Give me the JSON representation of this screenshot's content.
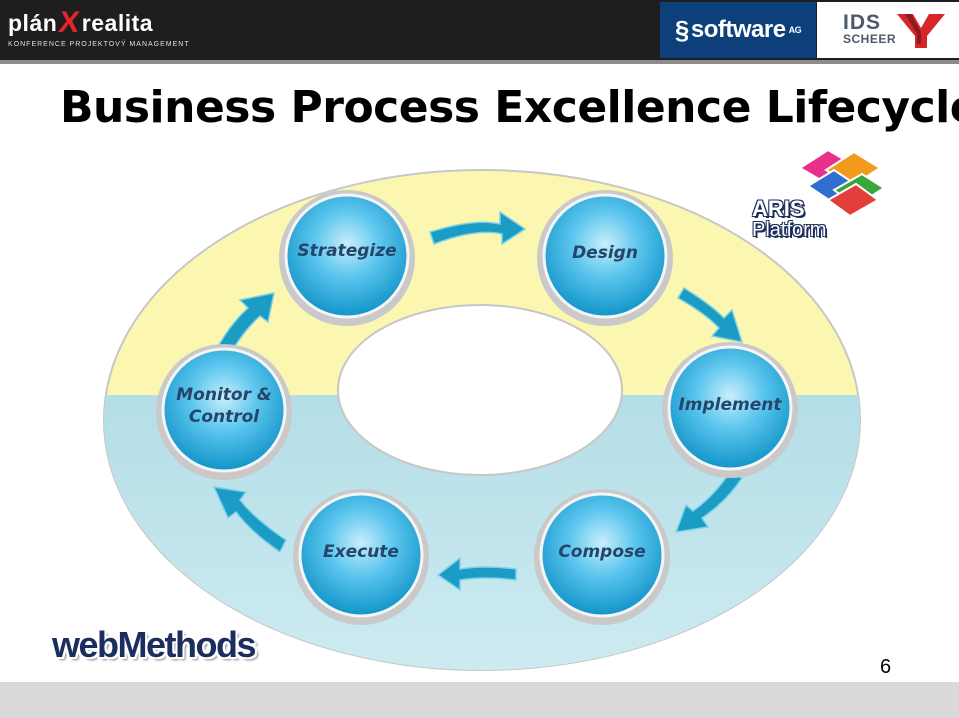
{
  "header": {
    "left_logo": {
      "name_part1": "plán",
      "name_part2": "realita",
      "tagline": "KONFERENCE PROJEKTOVÝ MANAGEMENT"
    },
    "center_logo": {
      "name": "software",
      "suffix": "AG"
    },
    "right_logo": {
      "line1": "IDS",
      "line2": "SCHEER"
    }
  },
  "slide": {
    "title": "Business Process Excellence Lifecycle",
    "page_number": "6"
  },
  "diagram": {
    "stages": [
      {
        "label": "Strategize"
      },
      {
        "label": "Design"
      },
      {
        "label": "Implement"
      },
      {
        "label": "Compose"
      },
      {
        "label": "Execute"
      },
      {
        "label": "Monitor &\nControl"
      }
    ]
  },
  "badges": {
    "aris_line1": "ARIS",
    "aris_line2": "Platform",
    "webmethods": "webMethods"
  },
  "colors": {
    "ring_yellow": "#fbf7b0",
    "ring_teal": "#b3dde5",
    "node_blue": "#1fa7d8",
    "arrow": "#1a9cc4",
    "header_bg": "#1e1e1e",
    "software_ag_bg": "#0d3f7a"
  }
}
